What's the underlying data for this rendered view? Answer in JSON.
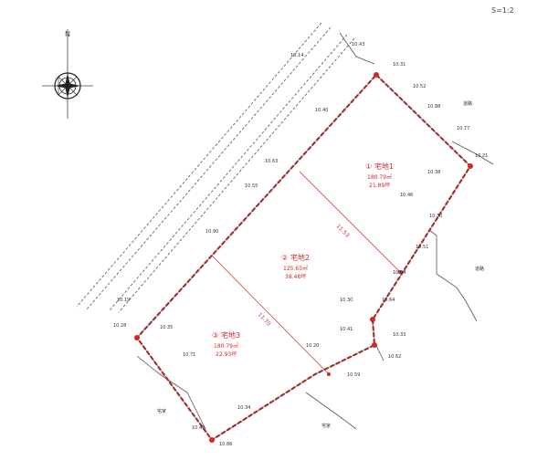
{
  "scale_label": "S=1:2",
  "north": "N",
  "parcels": [
    {
      "num": "①",
      "name": "宅地1",
      "area_sqm": "180.79㎡",
      "area_tsubo": "21.89坪"
    },
    {
      "num": "②",
      "name": "宅地2",
      "area_sqm": "125.63㎡",
      "area_tsubo": "38.48坪"
    },
    {
      "num": "③",
      "name": "宅地3",
      "area_sqm": "180.79㎡",
      "area_tsubo": "22.93坪"
    }
  ],
  "dims": [
    "11.53",
    "11.70"
  ],
  "neighbors": [
    "宅家",
    "宅家",
    "道路",
    "道路"
  ],
  "elevations": [
    "10.14",
    "10.43",
    "10.31",
    "10.52",
    "10.88",
    "10.77",
    "10.21",
    "10.38",
    "10.46",
    "10.30",
    "10.51",
    "10.94",
    "10.64",
    "10.30",
    "10.41",
    "10.33",
    "10.62",
    "10.59",
    "10.20",
    "10.34",
    "10.48",
    "10.86",
    "10.19",
    "10.28",
    "10.35",
    "10.71",
    "10.90",
    "10.55",
    "10.63",
    "10.40"
  ],
  "colors": {
    "boundary": "#cc2a2a",
    "line": "#555555"
  }
}
